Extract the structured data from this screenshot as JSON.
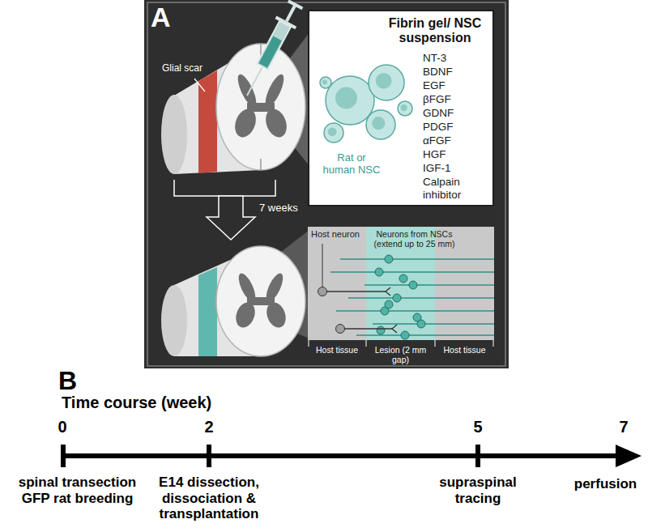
{
  "diagram": {
    "nodes": [
      {
        "text": [
          "Fibrin gel/ NSC suspension",
          "NT-3",
          "BDNF",
          "EGF",
          "βFGF",
          "GDNF",
          "PDGF",
          "αFGF",
          "HGF",
          "IGF-1",
          "Calpain inhibitor",
          "Rat or human NSC"
        ]
      },
      {
        "text": [
          "Host neuron",
          "Neurons from NSCs (extend up to 25 mm)",
          "Host tissue",
          "Lesion (2 mm gap)",
          "Host tissue"
        ]
      }
    ],
    "labels": [
      "A",
      "Glial scar",
      "7 weeks",
      "B",
      "Time course (week)",
      "0",
      "2",
      "5",
      "7",
      "spinal transection GFP rat breeding",
      "E14 dissection, dissociation & transplantation",
      "supraspinal tracing",
      "perfusion"
    ]
  }
}
